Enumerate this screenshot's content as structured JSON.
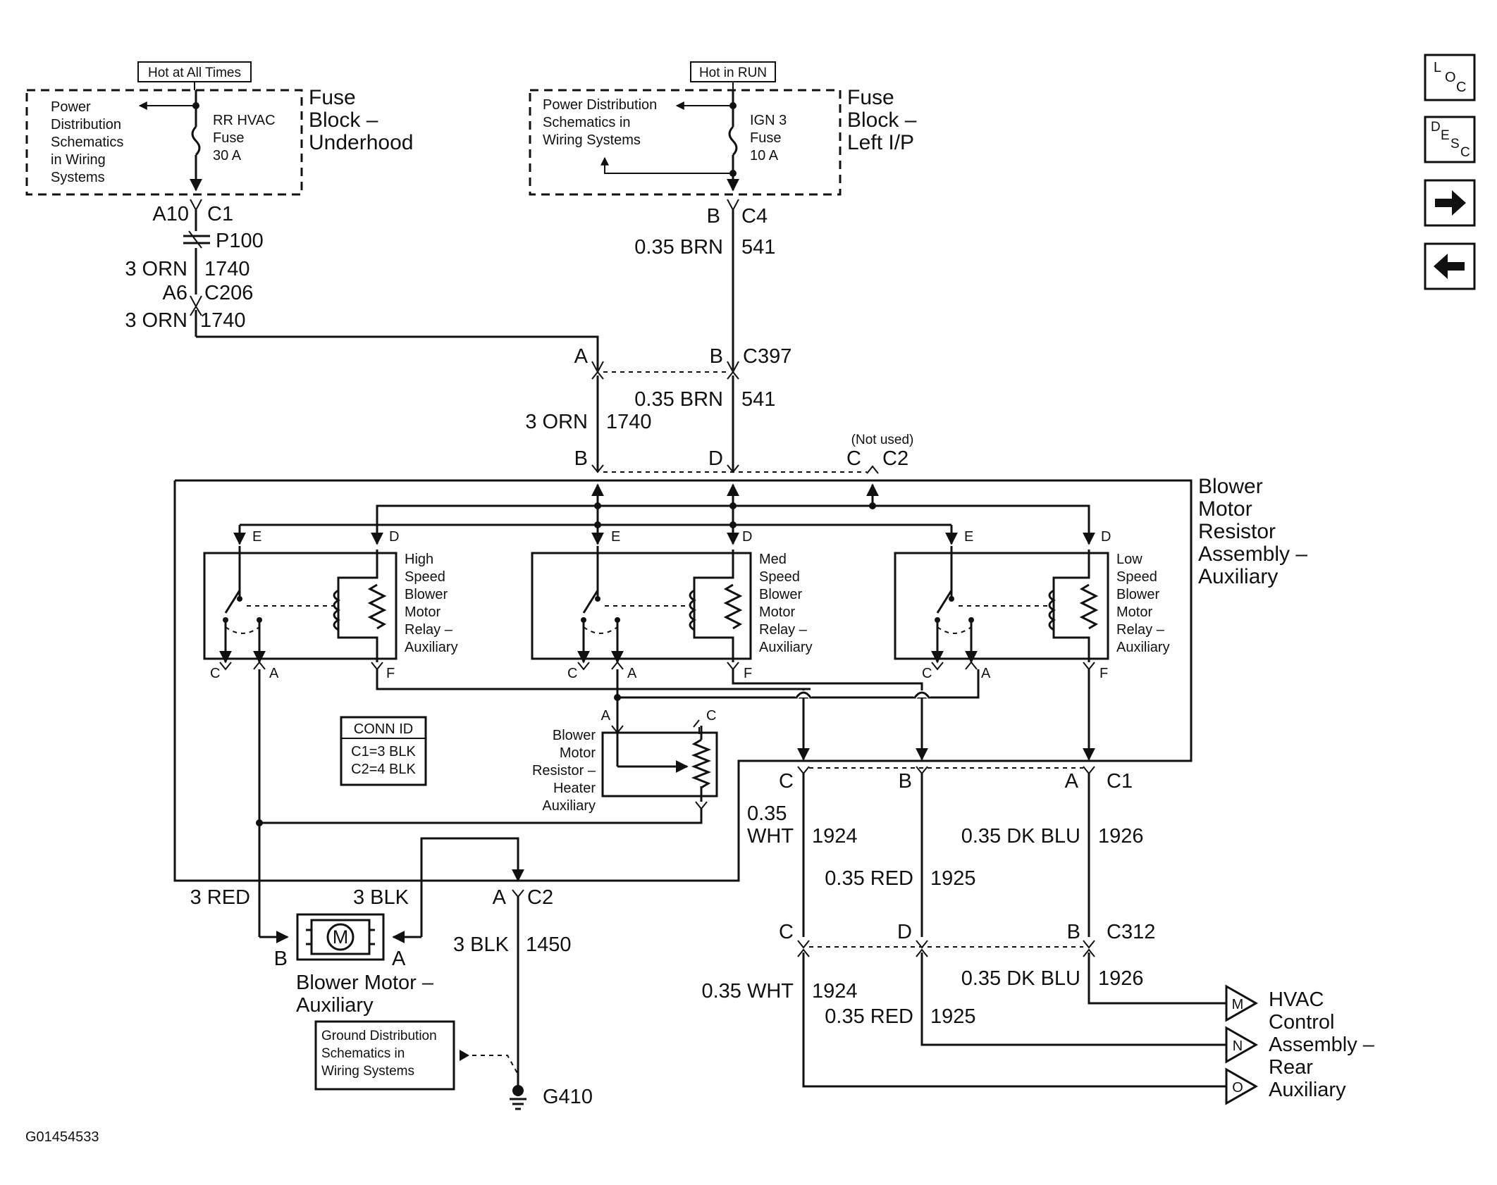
{
  "diagram_id": "G01454533",
  "power_sources": [
    {
      "label": "Hot at All Times"
    },
    {
      "label": "Hot in RUN"
    }
  ],
  "fuse_blocks": {
    "underhood": {
      "title": "Fuse Block – Underhood",
      "title_lines": [
        "Fuse",
        "Block –",
        "Underhood"
      ],
      "ref_lines": [
        "Power",
        "Distribution",
        "Schematics",
        "in Wiring",
        "Systems"
      ],
      "fuse_lines": [
        "RR HVAC",
        "Fuse",
        "30 A"
      ]
    },
    "left_ip": {
      "title": "Fuse Block – Left I/P",
      "title_lines": [
        "Fuse",
        "Block –",
        "Left I/P"
      ],
      "ref_lines": [
        "Power Distribution",
        "Schematics in",
        "Wiring Systems"
      ],
      "fuse_lines": [
        "IGN 3",
        "Fuse",
        "10 A"
      ]
    }
  },
  "connectors": {
    "c1_a10": {
      "pin": "A10",
      "name": "C1"
    },
    "p100": "P100",
    "c206": {
      "pin": "A6",
      "name": "C206"
    },
    "c4": {
      "pin": "B",
      "name": "C4"
    },
    "c397": {
      "pin_a": "A",
      "pin_b": "B",
      "name": "C397"
    },
    "c2_top": {
      "note": "(Not used)",
      "pin_b": "B",
      "pin_d": "D",
      "pin_c": "C",
      "name": "C2"
    },
    "c1_out": {
      "pin_c": "C",
      "pin_b": "B",
      "pin_a": "A",
      "name": "C1"
    },
    "c2_ground": {
      "pin": "A",
      "name": "C2"
    },
    "c312": {
      "pin_c": "C",
      "pin_d": "D",
      "pin_b": "B",
      "name": "C312"
    }
  },
  "wires": {
    "orn_1740_a": {
      "gauge": "3 ORN",
      "circuit": "1740"
    },
    "orn_1740_b": {
      "gauge": "3 ORN",
      "circuit": "1740"
    },
    "orn_1740_c": {
      "gauge": "3 ORN",
      "circuit": "1740"
    },
    "brn_541_a": {
      "gauge": "0.35 BRN",
      "circuit": "541"
    },
    "brn_541_b": {
      "gauge": "0.35 BRN",
      "circuit": "541"
    },
    "red_motor": {
      "gauge": "3 RED"
    },
    "blk_motor": {
      "gauge": "3 BLK"
    },
    "blk_1450": {
      "gauge": "3 BLK",
      "circuit": "1450"
    },
    "wht_1924_a": {
      "gauge_lines": [
        "0.35",
        "WHT"
      ],
      "circuit": "1924"
    },
    "red_1925_a": {
      "gauge": "0.35 RED",
      "circuit": "1925"
    },
    "dkblu_1926_a": {
      "gauge": "0.35 DK BLU",
      "circuit": "1926"
    },
    "wht_1924_b": {
      "gauge": "0.35 WHT",
      "circuit": "1924"
    },
    "red_1925_b": {
      "gauge": "0.35 RED",
      "circuit": "1925"
    },
    "dkblu_1926_b": {
      "gauge": "0.35 DK BLU",
      "circuit": "1926"
    }
  },
  "assembly": {
    "title": "Blower Motor Resistor Assembly – Auxiliary",
    "title_lines": [
      "Blower",
      "Motor",
      "Resistor",
      "Assembly –",
      "Auxiliary"
    ]
  },
  "relays": [
    {
      "name": "High Speed Blower Motor Relay – Auxiliary",
      "lines": [
        "High",
        "Speed",
        "Blower",
        "Motor",
        "Relay –",
        "Auxiliary"
      ],
      "pins": {
        "e": "E",
        "d": "D",
        "c": "C",
        "a": "A",
        "f": "F"
      }
    },
    {
      "name": "Med Speed Blower Motor Relay – Auxiliary",
      "lines": [
        "Med",
        "Speed",
        "Blower",
        "Motor",
        "Relay –",
        "Auxiliary"
      ],
      "pins": {
        "e": "E",
        "d": "D",
        "c": "C",
        "a": "A",
        "f": "F"
      }
    },
    {
      "name": "Low Speed Blower Motor Relay – Auxiliary",
      "lines": [
        "Low",
        "Speed",
        "Blower",
        "Motor",
        "Relay –",
        "Auxiliary"
      ],
      "pins": {
        "e": "E",
        "d": "D",
        "c": "C",
        "a": "A",
        "f": "F"
      }
    }
  ],
  "conn_id": {
    "title": "CONN ID",
    "rows": [
      "C1=3 BLK",
      "C2=4 BLK"
    ]
  },
  "resistor_heater": {
    "lines": [
      "Blower",
      "Motor",
      "Resistor –",
      "Heater",
      "Auxiliary"
    ],
    "pin_a": "A",
    "pin_c": "C"
  },
  "blower_motor": {
    "lines": [
      "Blower Motor –",
      "Auxiliary"
    ],
    "symbol": "M",
    "pin_b": "B",
    "pin_a": "A"
  },
  "ground": {
    "ref_lines": [
      "Ground Distribution",
      "Schematics in",
      "Wiring Systems"
    ],
    "name": "G410"
  },
  "hvac_control": {
    "lines": [
      "HVAC",
      "Control",
      "Assembly –",
      "Rear",
      "Auxiliary"
    ],
    "pins": [
      "M",
      "N",
      "O"
    ]
  },
  "nav_buttons": [
    {
      "name": "loc",
      "letters": [
        "L",
        "O",
        "C"
      ]
    },
    {
      "name": "desc",
      "letters": [
        "D",
        "E",
        "S",
        "C"
      ]
    },
    {
      "name": "next",
      "icon": "arrow-right-icon"
    },
    {
      "name": "prev",
      "icon": "arrow-left-icon"
    }
  ]
}
